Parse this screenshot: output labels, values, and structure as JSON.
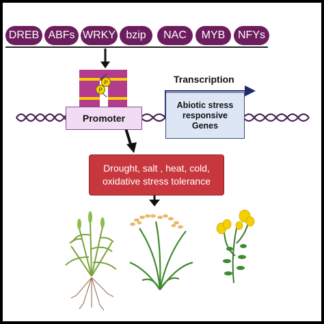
{
  "transcription_factors": [
    "DREB",
    "ABFs",
    "WRKY",
    "bzip",
    "NAC",
    "MYB",
    "NFYs"
  ],
  "promoter_label": "Promoter",
  "phospho_label": "P",
  "transcription_label": "Transcription",
  "genes_label": [
    "Abiotic stress",
    "responsive",
    "Genes"
  ],
  "tolerance_label": [
    "Drought, salt , heat, cold,",
    "oxidative stress tolerance"
  ],
  "colors": {
    "tf_pill": "#6b1d5e",
    "tf_complex": "#b43c8c",
    "phospho": "#f7d400",
    "tolerance_box": "#c8373d",
    "dna": "#4a1f52"
  }
}
